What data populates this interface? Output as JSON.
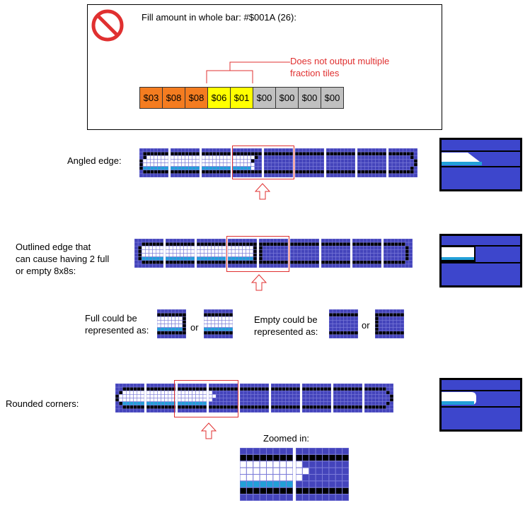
{
  "top_box": {
    "title": "Fill amount in whole bar: #$001A (26):",
    "note_line1": "Does not output multiple",
    "note_line2": "fraction tiles",
    "cells": [
      {
        "label": "$03",
        "color": "#f47c20"
      },
      {
        "label": "$08",
        "color": "#f47c20"
      },
      {
        "label": "$08",
        "color": "#f47c20"
      },
      {
        "label": "$06",
        "color": "#ffff00"
      },
      {
        "label": "$01",
        "color": "#ffff00"
      },
      {
        "label": "$00",
        "color": "#c0c0c0"
      },
      {
        "label": "$00",
        "color": "#c0c0c0"
      },
      {
        "label": "$00",
        "color": "#c0c0c0"
      },
      {
        "label": "$00",
        "color": "#c0c0c0"
      }
    ]
  },
  "angled": {
    "label": "Angled edge:"
  },
  "outlined": {
    "label_line1": "Outlined edge that",
    "label_line2": "can cause having 2 full",
    "label_line3": "or empty 8x8s:"
  },
  "full_text": {
    "line1": "Full could be",
    "line2": "represented as:",
    "or": "or"
  },
  "empty_text": {
    "line1": "Empty could be",
    "line2": "represented  as:",
    "or": "or"
  },
  "rounded": {
    "label": "Rounded corners:"
  },
  "zoom": {
    "label": "Zoomed in:"
  },
  "colors": {
    "tile_bg": "#4444bb",
    "grid": "#7a7ad8",
    "outline": "#000000",
    "fill": "#ffffff",
    "stripe": "#22a0d8",
    "preview_bg": "#3d46cc",
    "red": "#e03030"
  }
}
